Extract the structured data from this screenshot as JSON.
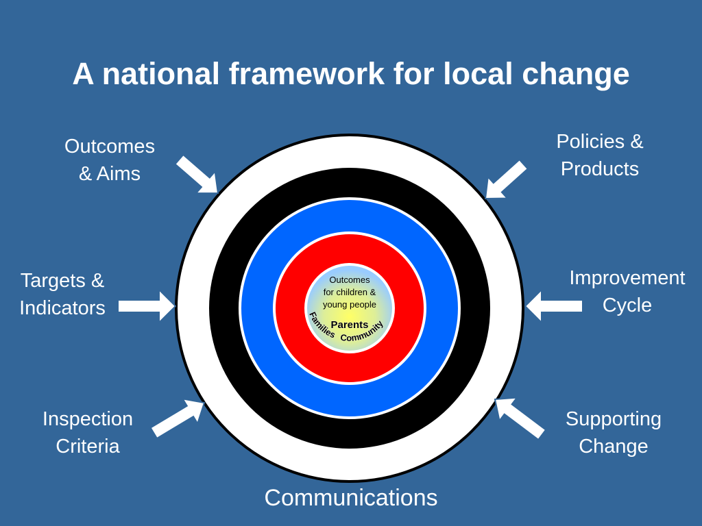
{
  "slide": {
    "title": "A national framework for local change",
    "bottom_label": "Communications"
  },
  "labels": {
    "outcomes_aims": [
      "Outcomes",
      "& Aims"
    ],
    "policies_products": [
      "Policies &",
      "Products"
    ],
    "targets_indicators": [
      "Targets &",
      "Indicators"
    ],
    "improvement_cycle": [
      "Improvement",
      "Cycle"
    ],
    "inspection_criteria": [
      "Inspection",
      "Criteria"
    ],
    "supporting_change": [
      "Supporting",
      "Change"
    ]
  },
  "center": {
    "lines": [
      "Outcomes",
      "for children &",
      "young people"
    ],
    "parents": "Parents",
    "families": "Families",
    "community": "Community"
  },
  "colors": {
    "background": "#336699",
    "ring_outer": "#ffffff",
    "ring_black": "#000000",
    "ring_blue": "#0066ff",
    "ring_red": "#ff0000",
    "center_glow": "#ffff66",
    "center_edge": "#99ccff"
  }
}
